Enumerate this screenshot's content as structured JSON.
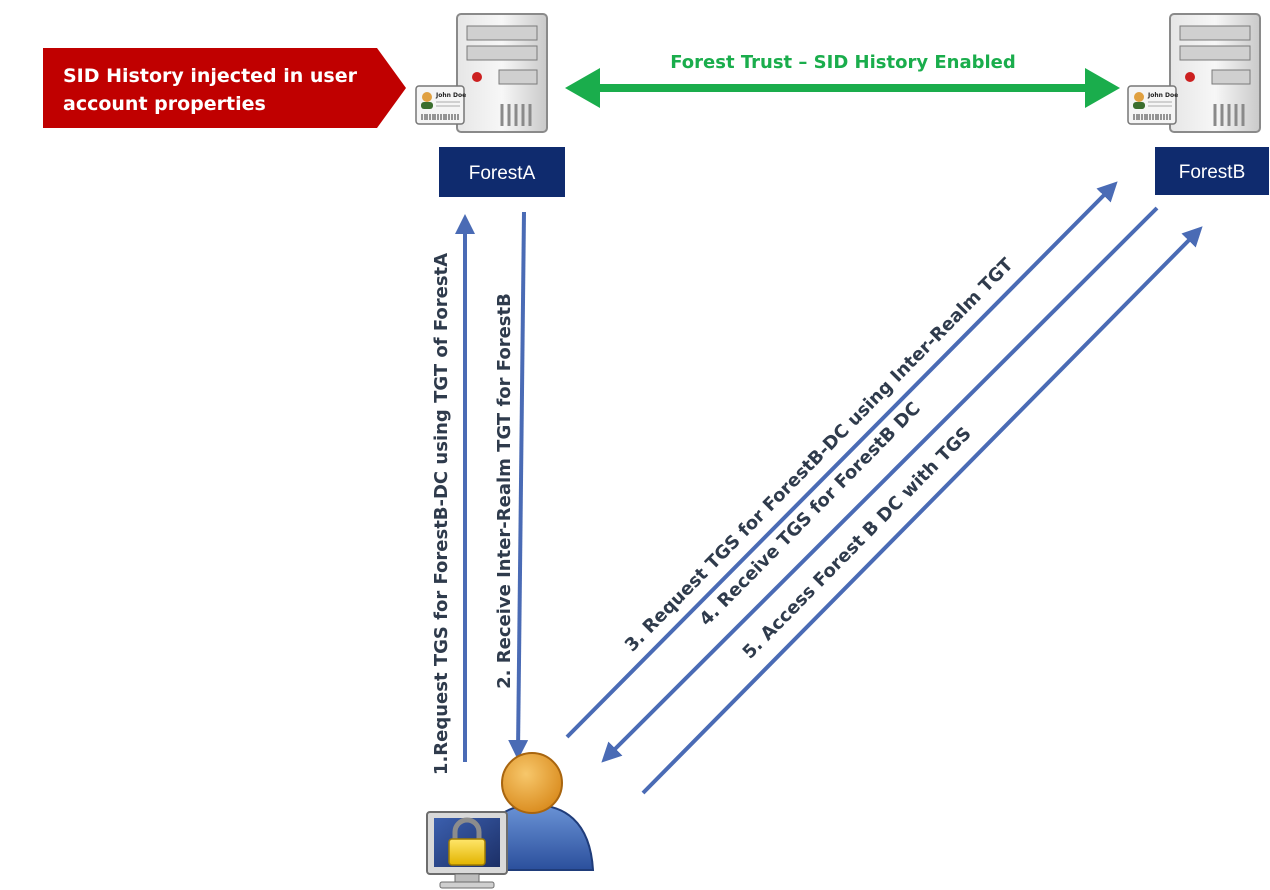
{
  "callout": {
    "line1": "SID History injected in user",
    "line2": "account properties"
  },
  "trust": {
    "label": "Forest Trust – SID History Enabled"
  },
  "forests": {
    "a": {
      "label": "ForestA"
    },
    "b": {
      "label": "ForestB"
    }
  },
  "id_card": {
    "name": "John Doe"
  },
  "steps": [
    {
      "label": "1.Request TGS for ForestB-DC using TGT of ForestA"
    },
    {
      "label": "2. Receive  Inter-Realm TGT for ForestB"
    },
    {
      "label": "3. Request TGS for ForestB-DC using Inter-Realm TGT"
    },
    {
      "label": "4. Receive TGS for ForestB DC"
    },
    {
      "label": "5. Access Forest B DC with TGS"
    }
  ],
  "colors": {
    "callout": "#c00000",
    "trust_arrow": "#1aad4c",
    "forest_box": "#0f2b6e",
    "step_arrow": "#4a6bb5",
    "step_text": "#2f3b4c"
  }
}
